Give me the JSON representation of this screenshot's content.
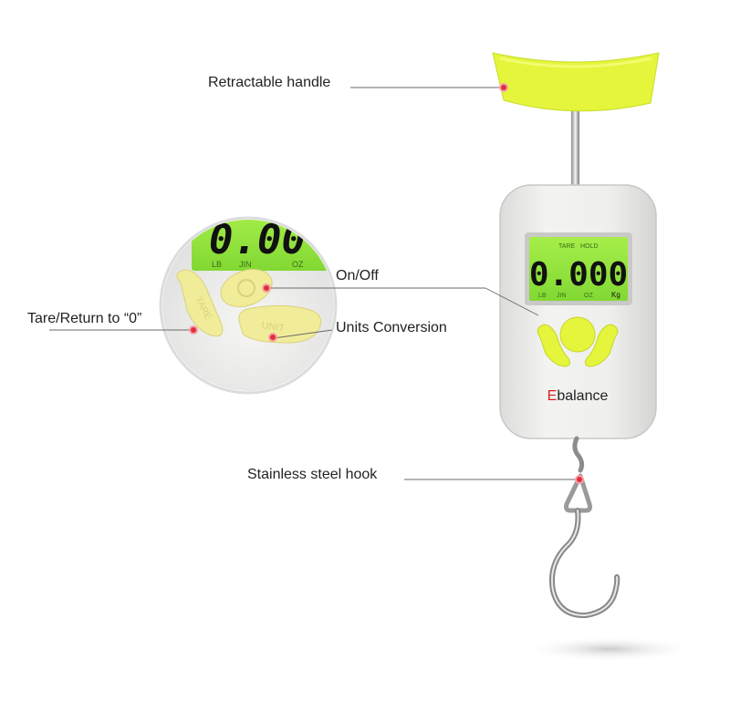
{
  "annotations": {
    "handle": "Retractable handle",
    "on_off": "On/Off",
    "tare": "Tare/Return to “0”",
    "units": "Units Conversion",
    "hook": "Stainless steel hook"
  },
  "device": {
    "brand_first_letter": "E",
    "brand_rest": "balance",
    "display_reading": "0.000",
    "display_unit": "Kg",
    "display_top_labels": [
      "TARE",
      "HOLD"
    ],
    "display_bottom_labels": [
      "LB",
      "JIN",
      "OZ"
    ],
    "zoom_reading": "0.00",
    "zoom_bottom_labels": [
      "LB",
      "JIN",
      "OZ"
    ],
    "button_tare": "TARE",
    "button_unit": "UNIT"
  },
  "colors": {
    "accent_green": "#e4f53c",
    "lcd_green": "#8ce23a",
    "brand_red": "#d8211c",
    "body_gray": "#eeeeec",
    "marker_red": "#e0303a"
  }
}
